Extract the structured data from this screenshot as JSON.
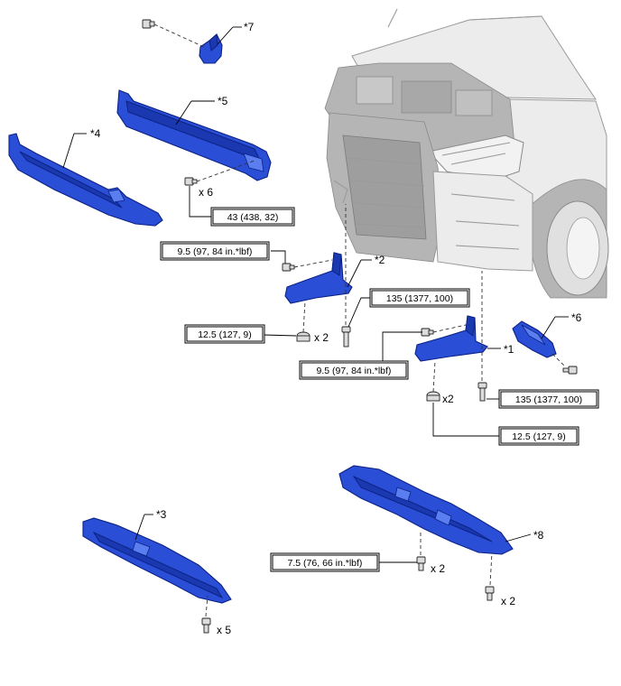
{
  "callouts": {
    "c1": "*1",
    "c2": "*2",
    "c3": "*3",
    "c4": "*4",
    "c5": "*5",
    "c6": "*6",
    "c7": "*7",
    "c8": "*8"
  },
  "torques": {
    "t_43": "43 (438, 32)",
    "t_95a": "9.5 (97, 84 in.*lbf)",
    "t_135a": "135 (1377, 100)",
    "t_125a": "12.5 (127, 9)",
    "t_95b": "9.5 (97, 84 in.*lbf)",
    "t_135b": "135 (1377, 100)",
    "t_125b": "12.5 (127, 9)",
    "t_75": "7.5 (76, 66 in.*lbf)"
  },
  "quantities": {
    "q_x6": "x 6",
    "q_x2_left": "x 2",
    "q_x2_right": "x2",
    "q_x2_cover_a": "x 2",
    "q_x2_cover_b": "x 2",
    "q_x5": "x 5"
  },
  "colors": {
    "part_blue": "#2a4fd6",
    "vehicle_gray": "#b5b5b5"
  }
}
